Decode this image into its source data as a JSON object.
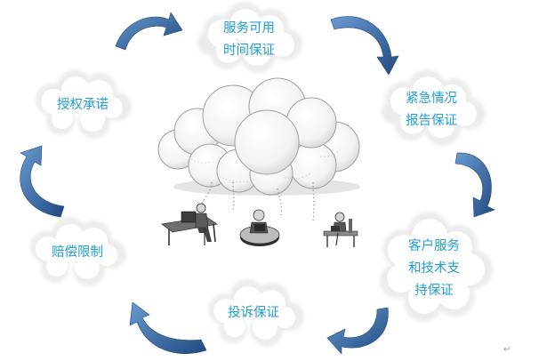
{
  "nodes": [
    {
      "id": "service",
      "lines": [
        "服务可用",
        "时间保证"
      ]
    },
    {
      "id": "emergency",
      "lines": [
        "紧急情况",
        "报告保证"
      ]
    },
    {
      "id": "support",
      "lines": [
        "客户服务",
        "和技术支",
        "持保证"
      ]
    },
    {
      "id": "complaint",
      "lines": [
        "投诉保证"
      ]
    },
    {
      "id": "compensation",
      "lines": [
        "赔偿限制"
      ]
    },
    {
      "id": "authorization",
      "lines": [
        "授权承诺"
      ]
    }
  ],
  "return_mark": "↵",
  "colors": {
    "label": "#1f9fd6",
    "arrow_dark": "#234f83",
    "arrow_light": "#5c8fc8",
    "cloud_stroke": "#c9c9c9",
    "cloud_shade": "#dcdcdc"
  },
  "icons": [
    "cloud-icon",
    "curved-arrow-icon",
    "person-at-desk-icon",
    "person-on-laptop-icon",
    "person-on-bench-icon"
  ]
}
